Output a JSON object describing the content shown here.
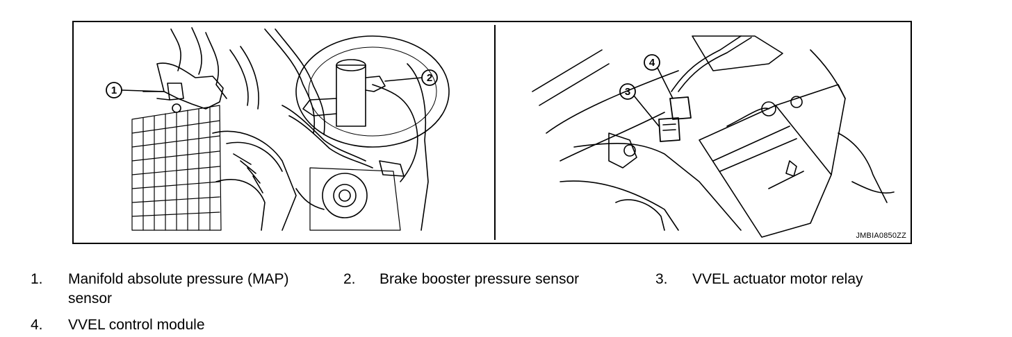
{
  "figure": {
    "code": "JMBIA0850ZZ",
    "callouts": [
      "1",
      "2",
      "3",
      "4"
    ]
  },
  "legend": [
    {
      "number": "1.",
      "text": "Manifold absolute pressure (MAP) sensor"
    },
    {
      "number": "2.",
      "text": "Brake booster pressure sensor"
    },
    {
      "number": "3.",
      "text": "VVEL actuator motor relay"
    },
    {
      "number": "4.",
      "text": "VVEL control module"
    }
  ]
}
